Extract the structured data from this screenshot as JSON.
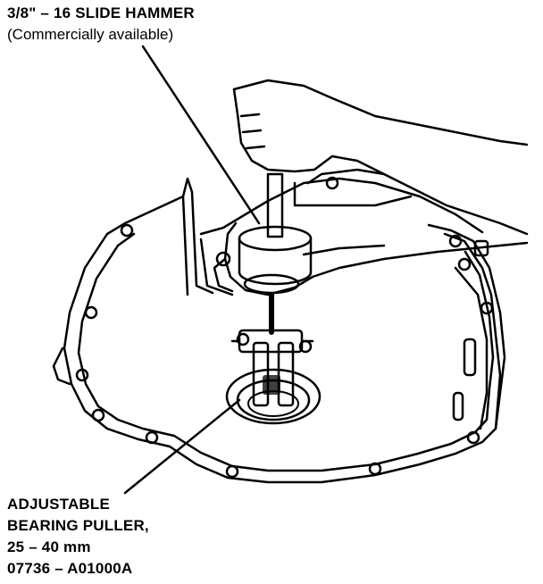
{
  "callouts": {
    "slide_hammer": {
      "title": "3/8\" – 16 SLIDE HAMMER",
      "subtitle": "(Commercially available)"
    },
    "bearing_puller": {
      "line1": "ADJUSTABLE",
      "line2": "BEARING PULLER,",
      "line3": "25 – 40 mm",
      "line4": "07736 – A01000A"
    }
  }
}
